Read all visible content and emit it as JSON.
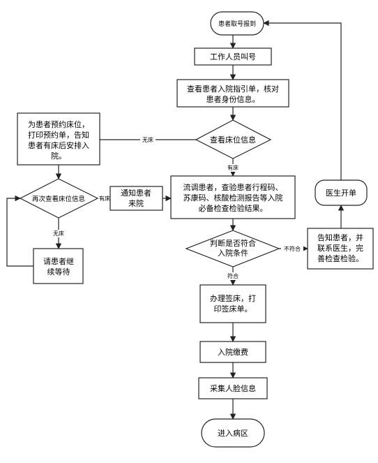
{
  "nodes": {
    "start": "患者取号报到",
    "call": "工作人员叫号",
    "check_id": [
      "查看患者入院指引单，核对",
      "患者身份信息。"
    ],
    "check_bed": "查看床位信息",
    "reserve": [
      "为患者预约床位，",
      "打印预约单，告知",
      "患者有床后安排入",
      "院。"
    ],
    "recheck": "再次查看床位信息",
    "notify": [
      "通知患者",
      "来院"
    ],
    "wait": [
      "请患者继",
      "续等待"
    ],
    "flow_check": [
      "流调患者，查验患者行程码、",
      "苏康码、核酸检测报告等入院",
      "必备检查检验结果。"
    ],
    "judge": [
      "判断是否符合",
      "入院条件"
    ],
    "inform": [
      "告知患者，并",
      "联系医生，完",
      "善检查检验。"
    ],
    "doctor": "医生开单",
    "sign": [
      "办理签床，打",
      "印签床单。"
    ],
    "pay": "入院缴费",
    "face": "采集人脸信息",
    "end": "进入病区"
  },
  "edge_labels": {
    "no_bed_1": "无床",
    "has_bed_1": "有床",
    "has_bed_2": "有床",
    "no_bed_2": "无床",
    "not_qualified": "不符合",
    "qualified": "符合"
  }
}
